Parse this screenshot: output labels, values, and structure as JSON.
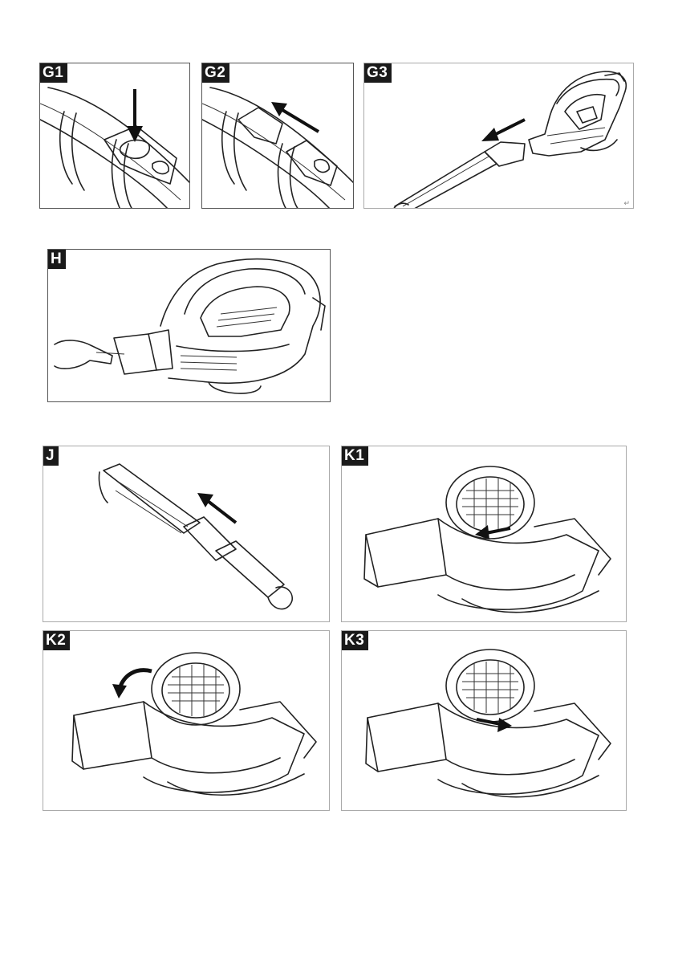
{
  "figures": {
    "g1": {
      "label": "G1"
    },
    "g2": {
      "label": "G2"
    },
    "g3": {
      "label": "G3"
    },
    "h": {
      "label": "H"
    },
    "j": {
      "label": "J"
    },
    "k1": {
      "label": "K1"
    },
    "k2": {
      "label": "K2"
    },
    "k3": {
      "label": "K3"
    }
  },
  "icons": {
    "arrow": "arrow-icon",
    "curved_arrow": "curved-arrow-icon"
  }
}
